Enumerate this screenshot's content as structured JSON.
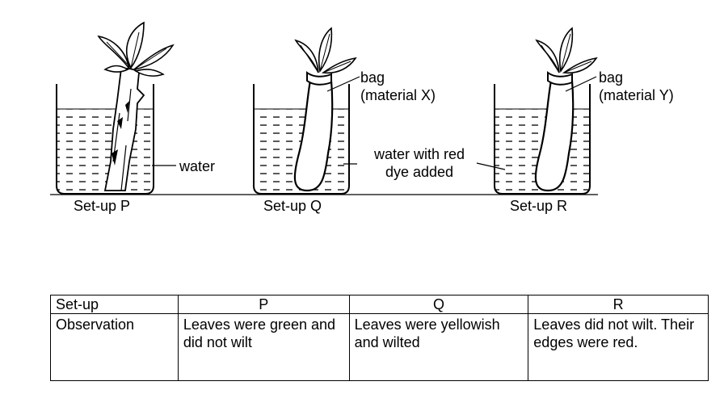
{
  "labels": {
    "water": "water",
    "bag_x_line1": "bag",
    "bag_x_line2": "(material X)",
    "bag_y_line1": "bag",
    "bag_y_line2": "(material Y)",
    "dye_line1": "water with red",
    "dye_line2": "dye added"
  },
  "setups": [
    {
      "caption": "Set-up P"
    },
    {
      "caption": "Set-up Q"
    },
    {
      "caption": "Set-up R"
    }
  ],
  "table": {
    "header": [
      "Set-up",
      "P",
      "Q",
      "R"
    ],
    "row_label": "Observation",
    "observations": [
      "Leaves were green and did not wilt",
      "Leaves were yellowish and wilted",
      "Leaves did not wilt. Their edges were red."
    ]
  }
}
